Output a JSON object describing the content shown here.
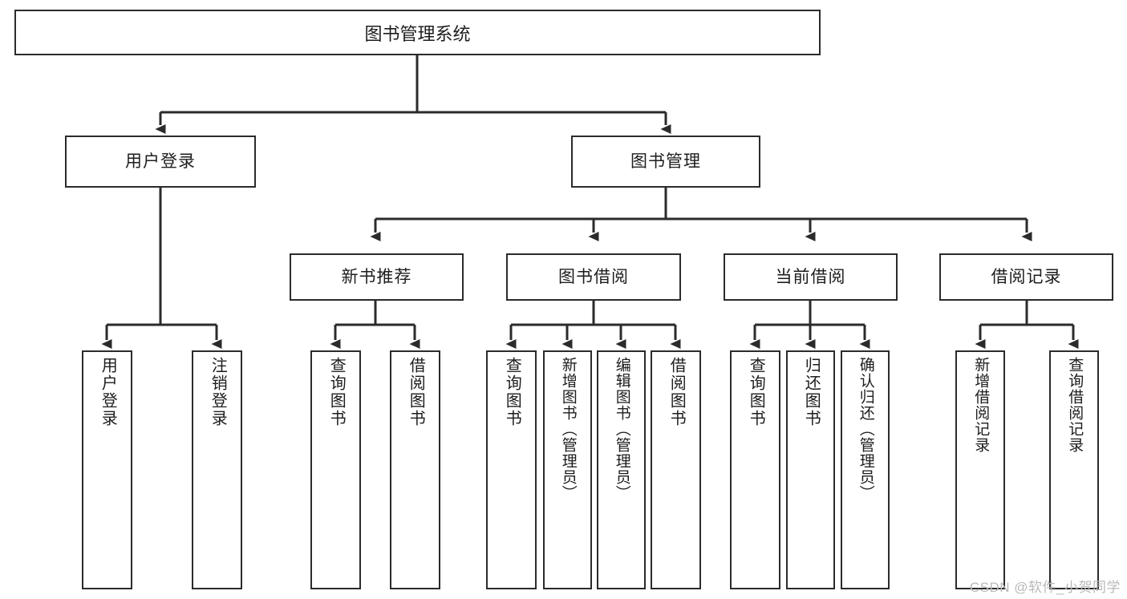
{
  "diagram": {
    "title": "图书管理系统",
    "type": "tree",
    "watermark": "CSDN @软件_小贺同学",
    "colors": {
      "stroke": "#2b2b2b",
      "fill": "#ffffff",
      "text": "#1d1d1d",
      "watermark": "#b9b9b9"
    },
    "root": {
      "label": "图书管理系统"
    },
    "level2": [
      {
        "label": "用户登录"
      },
      {
        "label": "图书管理"
      }
    ],
    "level3": [
      {
        "label": "新书推荐"
      },
      {
        "label": "图书借阅"
      },
      {
        "label": "当前借阅"
      },
      {
        "label": "借阅记录"
      }
    ],
    "leaves": {
      "user_login": [
        {
          "label": "用户登录"
        },
        {
          "label": "注销登录"
        }
      ],
      "new_book_recommend": [
        {
          "label": "查询图书"
        },
        {
          "label": "借阅图书"
        }
      ],
      "book_borrow": [
        {
          "label": "查询图书"
        },
        {
          "label": "新增图书（管理员）"
        },
        {
          "label": "编辑图书（管理员）"
        },
        {
          "label": "借阅图书"
        }
      ],
      "current_borrow": [
        {
          "label": "查询图书"
        },
        {
          "label": "归还图书"
        },
        {
          "label": "确认归还（管理员）"
        }
      ],
      "borrow_record": [
        {
          "label": "新增借阅记录"
        },
        {
          "label": "查询借阅记录"
        }
      ]
    }
  }
}
